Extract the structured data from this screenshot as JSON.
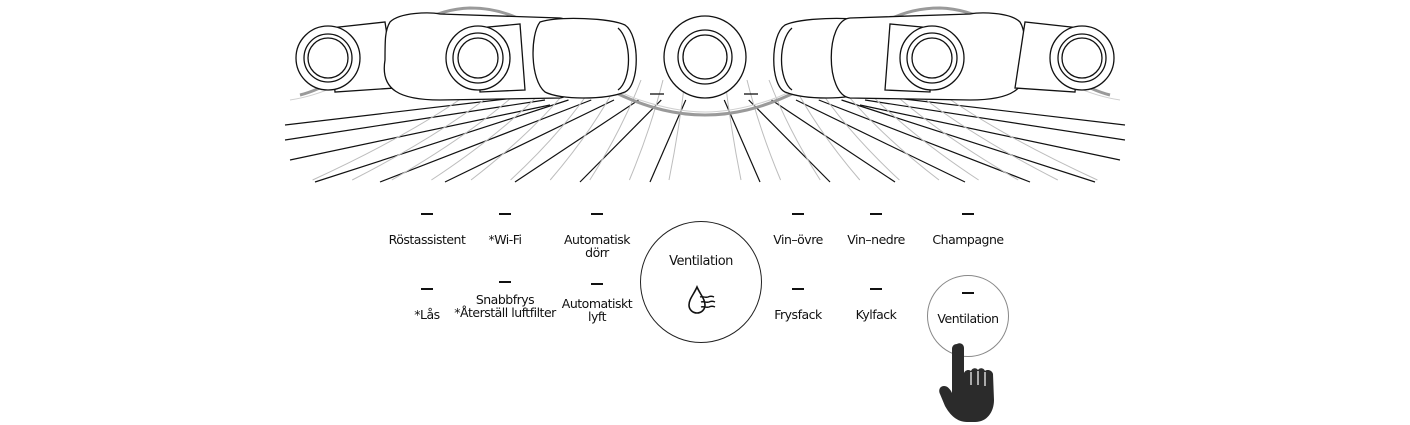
{
  "panel": {
    "controls_top": [
      {
        "id": "rostassistent",
        "label": "Röstassistent"
      },
      {
        "id": "wifi",
        "label": "*Wi-Fi"
      },
      {
        "id": "auto-door",
        "label": "Automatisk\ndörr"
      },
      {
        "id": "wine-upper",
        "label": "Vin–övre"
      },
      {
        "id": "wine-lower",
        "label": "Vin–nedre"
      },
      {
        "id": "champagne",
        "label": "Champagne"
      }
    ],
    "controls_bottom": [
      {
        "id": "lock",
        "label": "*Lås"
      },
      {
        "id": "quick-freeze",
        "label": "Snabbfrys\n*Återställ luftfilter"
      },
      {
        "id": "auto-lift",
        "label": "Automatiskt\nlyft"
      },
      {
        "id": "freezer",
        "label": "Frysfack"
      },
      {
        "id": "fridge",
        "label": "Kylfack"
      }
    ],
    "center_button": {
      "label": "Ventilation",
      "icon": "ventilation-drop-icon"
    },
    "active_button": {
      "label": "Ventilation"
    },
    "pointer": {
      "icon": "pointing-hand-icon"
    }
  },
  "colors": {
    "ink": "#111111",
    "light_line": "#b0b0b0",
    "hand": "#2b2b2b"
  }
}
